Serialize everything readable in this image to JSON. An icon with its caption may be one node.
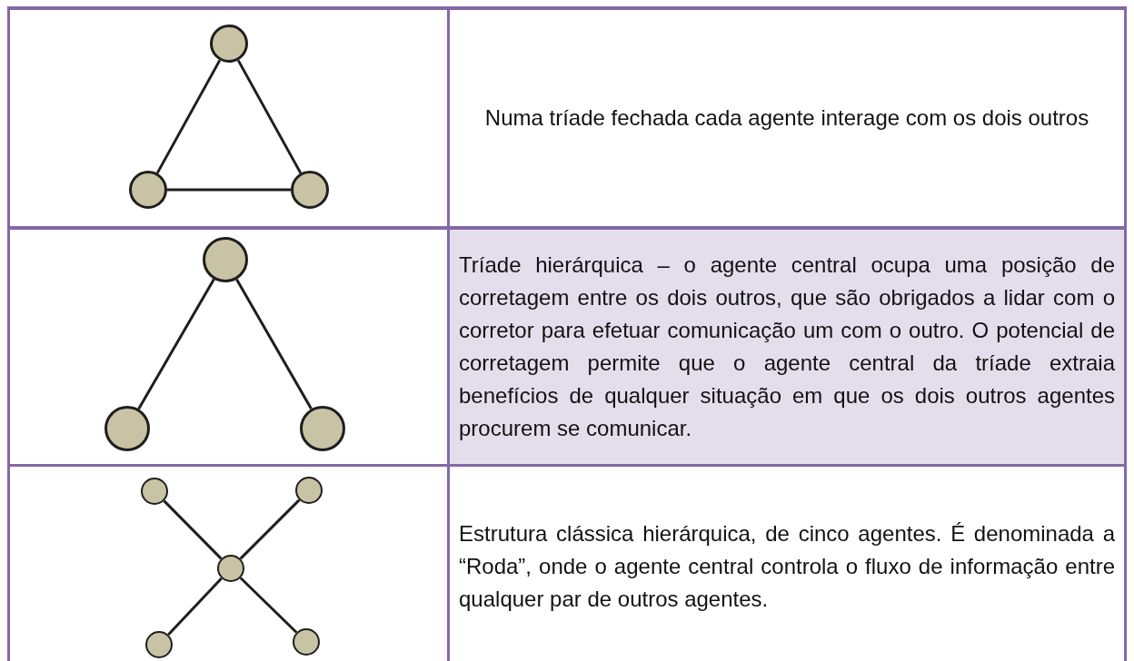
{
  "diagram": {
    "nodes": [
      {
        "text": [],
        "shape": "circle"
      },
      {
        "text": [],
        "shape": "circle"
      },
      {
        "text": [],
        "shape": "circle"
      },
      {
        "text": [],
        "shape": "circle"
      },
      {
        "text": [],
        "shape": "circle"
      },
      {
        "text": [],
        "shape": "circle"
      },
      {
        "text": [],
        "shape": "circle"
      },
      {
        "text": [],
        "shape": "circle"
      },
      {
        "text": [],
        "shape": "circle"
      },
      {
        "text": [],
        "shape": "circle"
      },
      {
        "text": [],
        "shape": "circle"
      }
    ],
    "edges": [
      {
        "from": 0,
        "to": 1,
        "arrow": "none"
      },
      {
        "from": 0,
        "to": 2,
        "arrow": "none"
      },
      {
        "from": 1,
        "to": 2,
        "arrow": "none"
      },
      {
        "from": 3,
        "to": 4,
        "arrow": "none"
      },
      {
        "from": 3,
        "to": 5,
        "arrow": "none"
      },
      {
        "from": 6,
        "to": 8,
        "arrow": "none"
      },
      {
        "from": 7,
        "to": 8,
        "arrow": "none"
      },
      {
        "from": 8,
        "to": 9,
        "arrow": "none"
      },
      {
        "from": 8,
        "to": 10,
        "arrow": "none"
      }
    ],
    "labels": [
      "Numa tríade fechada cada agente interage com os dois outros",
      "Tríade hierárquica – o agente central ocupa uma posição de corretagem entre os dois outros, que são obrigados a lidar com o corretor para efetuar comunicação um com o outro. O potencial de corretagem permite que o agente central da tríade extraia benefícios de qualquer situação em que os dois outros agentes procurem se comunicar.",
      "Estrutura clássica hierárquica, de cinco agentes. É denominada a “Roda”, onde o agente central controla o fluxo de informação entre qualquer par de outros agentes."
    ]
  }
}
